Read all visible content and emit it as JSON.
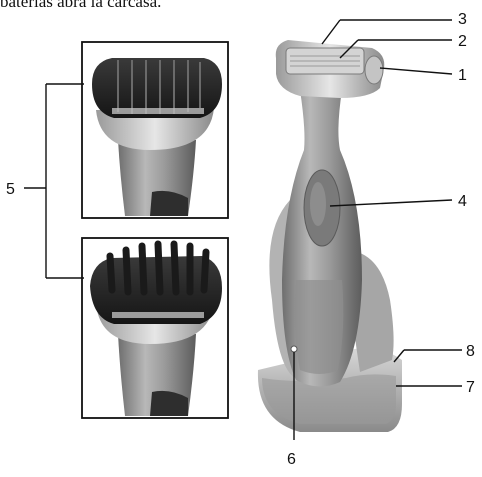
{
  "document": {
    "caption": "baterías abra la carcasa."
  },
  "callouts": [
    "1",
    "2",
    "3",
    "4",
    "5",
    "6",
    "7",
    "8"
  ],
  "insets": [
    {
      "name": "comb-attachment-short",
      "description_icon": "comb-attachment-icon"
    },
    {
      "name": "comb-attachment-long",
      "description_icon": "comb-attachment-icon"
    }
  ],
  "colors": {
    "body": "#8c8c8c",
    "body_light": "#c8c8c8",
    "head_dark": "#2a2a2a",
    "line": "#111111"
  }
}
